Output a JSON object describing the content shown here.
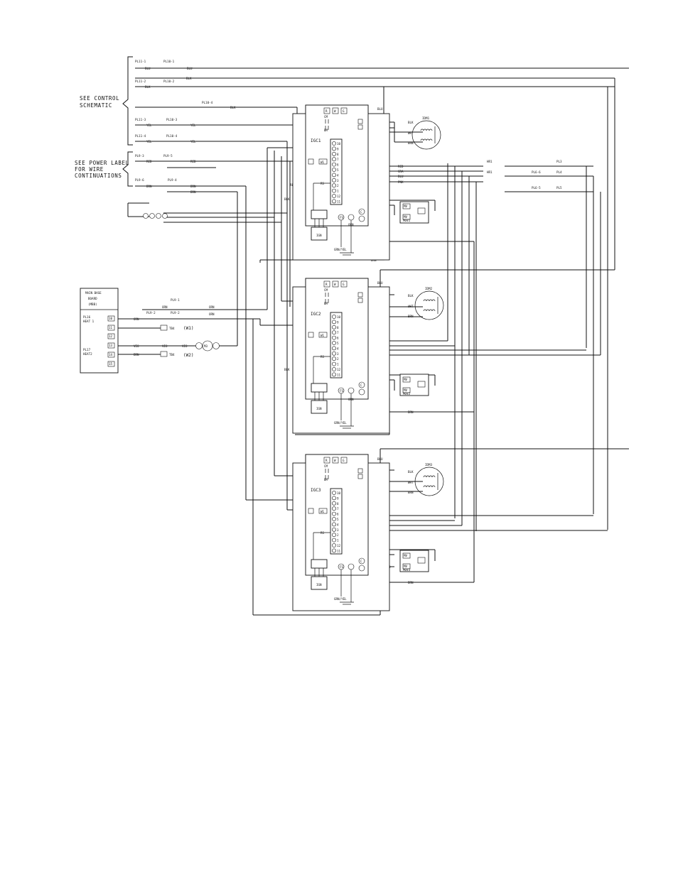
{
  "notes": {
    "control": [
      "SEE CONTROL",
      "SCHEMATIC"
    ],
    "power": [
      "SEE POWER LABEL",
      "FOR WIRE",
      "CONTINUATIONS"
    ]
  },
  "mainboard": {
    "title": [
      "MAIN BASE",
      "BOARD",
      "(MBB)"
    ],
    "plugs": [
      "PL16",
      "PL17"
    ],
    "relays": [
      "HEAT 1",
      "HEAT2"
    ],
    "pins": [
      "10",
      "11",
      "12",
      "13",
      "14",
      "15"
    ]
  },
  "heat_stages": [
    "(W1)",
    "(W2)"
  ],
  "terminals": [
    "TB4",
    "TB4"
  ],
  "m3_label": "M3",
  "plug_labels": {
    "top": [
      "PL11-1",
      "PL10-1",
      "PL11-2",
      "PL10-2",
      "PL10-4",
      "PL11-3",
      "PL10-3",
      "PL11-4",
      "PL10-4"
    ],
    "power": [
      "PL9-3",
      "PL9-5",
      "PL9-6",
      "PL9-4"
    ],
    "mbb": [
      "PL9-1",
      "PL9-2",
      "PL9-2"
    ],
    "right": [
      "HR1",
      "PL3",
      "HR1",
      "PL4",
      "PL5",
      "PL6-6",
      "PL6-5"
    ]
  },
  "wires": {
    "top": [
      "BLU",
      "BLU",
      "BLK",
      "BLK",
      "BLK",
      "YEL",
      "YEL",
      "YEL",
      "YEL"
    ],
    "power": [
      "RED",
      "RED",
      "BRN",
      "BRN",
      "BRN"
    ],
    "ifc": [
      "RED",
      "GRA",
      "BLU",
      "PNK"
    ],
    "mbb": [
      "ORN",
      "ORN",
      "ORN",
      "VIO",
      "VIO",
      "VIO",
      "BRN"
    ],
    "vertical": [
      "RED",
      "BLK",
      "BLU",
      "BLU",
      "BLK",
      "BLU"
    ],
    "misc": [
      "GRN/YEL",
      "ORN",
      "ORN",
      "BRN",
      "BRN",
      "BRN",
      "ORN",
      "VIO",
      "YEL"
    ]
  },
  "modules": [
    {
      "id": "IGC1",
      "relays": [
        "CM",
        "BM"
      ],
      "terminals": [
        "R",
        "W",
        "G"
      ],
      "j2": "J2",
      "pins": [
        "10",
        "9",
        "8",
        "7",
        "6",
        "5",
        "4",
        "3",
        "2",
        "1",
        "12",
        "11"
      ],
      "motor": "IDM1",
      "motor_wires": [
        "BLK",
        "WHT",
        "BRN"
      ],
      "mgv": "MGV1",
      "ignitor": "IGN",
      "ground": "GRN/YEL",
      "fs": "FS",
      "rs": "RS",
      "c": "C",
      "w": "W1",
      "valve_pins": [
        "MV",
        "MV"
      ]
    },
    {
      "id": "IGC2",
      "relays": [
        "CM",
        "BM"
      ],
      "terminals": [
        "R",
        "W",
        "G"
      ],
      "j2": "J2",
      "pins": [
        "10",
        "9",
        "8",
        "7",
        "6",
        "5",
        "4",
        "3",
        "2",
        "1",
        "12",
        "11"
      ],
      "motor": "IDM2",
      "motor_wires": [
        "BLK",
        "WHT",
        "BRN"
      ],
      "mgv": "MGV2",
      "ignitor": "IGN",
      "ground": "GRN/YEL",
      "fs": "FS",
      "rs": "RS",
      "c": "C",
      "w": "W1",
      "valve_pins": [
        "MV",
        "MV"
      ]
    },
    {
      "id": "IGC3",
      "relays": [
        "CM",
        "BM"
      ],
      "terminals": [
        "R",
        "W",
        "G"
      ],
      "j2": "J2",
      "pins": [
        "10",
        "9",
        "8",
        "7",
        "6",
        "5",
        "4",
        "3",
        "2",
        "1",
        "12",
        "11"
      ],
      "motor": "IDM3",
      "motor_wires": [
        "BLK",
        "WHT",
        "BRN"
      ],
      "mgv": "MGV3",
      "ignitor": "IGN",
      "ground": "GRN/YEL",
      "fs": "FS",
      "rs": "RS",
      "c": "C",
      "w": "W1",
      "valve_pins": [
        "MV",
        "MV"
      ]
    }
  ]
}
